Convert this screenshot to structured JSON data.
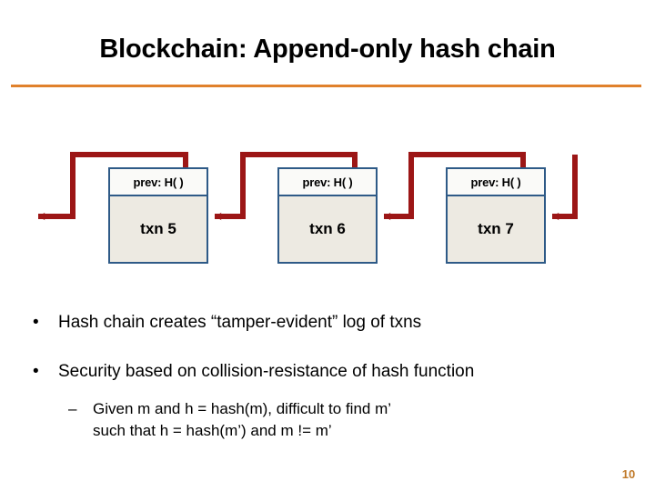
{
  "slide": {
    "title": "Blockchain: Append-only hash chain",
    "page_number": "10",
    "accent_color": "#E0812C",
    "page_number_color": "#C07A2A"
  },
  "diagram": {
    "type": "hash-chain",
    "block_border_color": "#2E5A87",
    "block_fill_color": "#EDEAE2",
    "block_header_fill_color": "#FAFAF8",
    "arrow_color": "#9C1616",
    "blocks": [
      {
        "header": "prev: H(  )",
        "body": "txn 5"
      },
      {
        "header": "prev: H(  )",
        "body": "txn 6"
      },
      {
        "header": "prev: H(  )",
        "body": "txn 7"
      }
    ]
  },
  "bullets": [
    {
      "marker": "•",
      "text": "Hash chain creates “tamper-evident” log of txns"
    },
    {
      "marker": "•",
      "text": "Security based on collision-resistance of hash function"
    }
  ],
  "sub_bullet": {
    "marker": "–",
    "line1": "Given m and h = hash(m), difficult to find m’",
    "line2": "such that  h = hash(m’) and m != m’"
  }
}
